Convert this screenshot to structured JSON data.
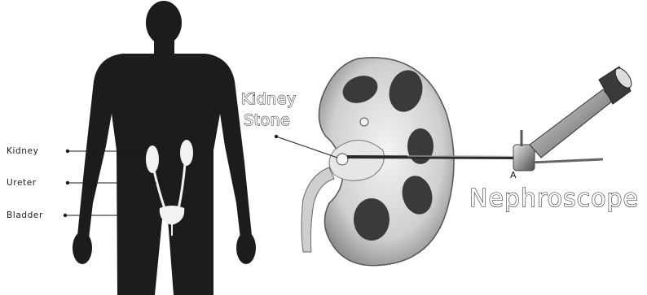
{
  "labels": {
    "kidney": "Kidney",
    "ureter": "Ureter",
    "bladder": "Bladder",
    "kidney_stone_line1": "Kidney",
    "kidney_stone_line2": "Stone",
    "nephroscope": "Nephroscope",
    "marker": "A"
  },
  "colors": {
    "silhouette": "#1c1c1c",
    "kidney_outer": "#d9d9d9",
    "kidney_inner": "#9a9a9a",
    "calyx": "#3a3a3a",
    "organ": "#f2f2f2"
  }
}
